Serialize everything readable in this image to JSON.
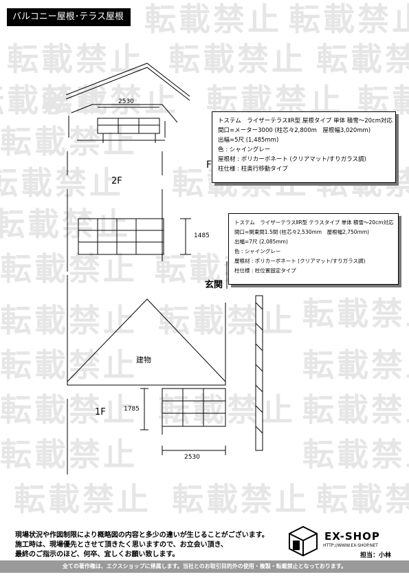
{
  "title": "バルコニー屋根･テラス屋根",
  "watermark_text": "転載禁止",
  "labels": {
    "floor_2": "2F",
    "floor_1": "1F",
    "fl": "FL",
    "entrance": "玄関",
    "building": "建物"
  },
  "dimensions": {
    "top_width": "2530",
    "upper_depth": "1485",
    "lower_depth": "1785",
    "bottom_width": "2530"
  },
  "spec_upper": [
    "トステム　ライザーテラスⅡR型 屋根タイプ 単体 積雪～20cm対応",
    "間口=メーター3000 (柱芯々2,800m　屋根幅3,020mm)",
    "出幅=5尺 (1,485mm)",
    "色 : シャイングレー",
    "屋根材 : ポリカーボネート (クリアマット/すりガラス調)",
    "柱仕様 : 柱奥行移動タイプ"
  ],
  "spec_lower": [
    "トステム　ライザーテラスⅡR型 テラスタイプ 単体 積雪～20cm対応",
    "間口=関東間1.5間 (柱芯々2,530mm　屋根幅2,750mm)",
    "出幅=7尺 (2,085mm)",
    "色 : シャイングレー",
    "屋根材 : ポリカーボネート (クリアマット/すりガラス調)",
    "柱仕様 : 柱位置固定タイプ"
  ],
  "footer_notes": [
    "現場状況や作図制限により概略図の内容と多少の違いが生じることがございます。",
    "施工時は、現場優先とさせて頂きたく思いますので、お立会い頂き、",
    "最終のご指示のほど、何卒、宜しくお願い致します。"
  ],
  "brand": {
    "name": "EX-SHOP",
    "url": "HTTP://WWW.EX-SHOP.NET",
    "person": "担当：小林"
  },
  "copyright": "全ての著作権は、エクスショップに帰属します。当社とのお取引目的外の使用・複製・転載禁止となっております。"
}
